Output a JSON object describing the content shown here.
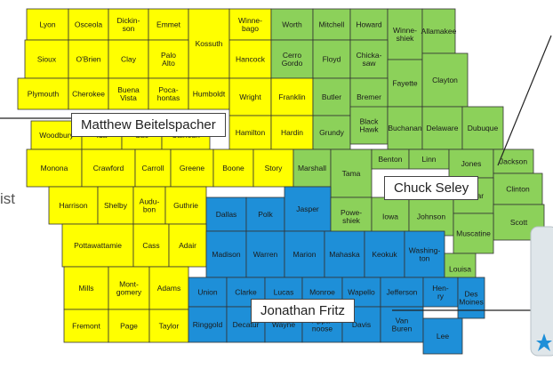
{
  "colors": {
    "yellow": "#FFFF00",
    "green": "#8CD15A",
    "blue": "#1E8FD8",
    "border": "#333333",
    "leader": "#222222"
  },
  "regions": {
    "yellow": "Matthew Beitelspacher",
    "green": "Chuck Seley",
    "blue": "Jonathan Fritz"
  },
  "left_fragment": "ist",
  "counties": {
    "lyon": "Lyon",
    "osceola": "Osceola",
    "dickinson": "Dickin-\nson",
    "emmet": "Emmet",
    "kossuth": "Kossuth",
    "winnebago": "Winne-\nbago",
    "worth": "Worth",
    "mitchell": "Mitchell",
    "howard": "Howard",
    "winneshiek": "Winne-\nshiek",
    "allamakee": "Allamakee",
    "sioux": "Sioux",
    "obrien": "O'Brien",
    "clay": "Clay",
    "paloalto": "Palo\nAlto",
    "hancock": "Hancock",
    "cerrogordo": "Cerro\nGordo",
    "floyd": "Floyd",
    "chickasaw": "Chicka-\nsaw",
    "fayette": "Fayette",
    "clayton": "Clayton",
    "plymouth": "Plymouth",
    "cherokee": "Cherokee",
    "buenavista": "Buena\nVista",
    "pocahontas": "Poca-\nhontas",
    "humboldt": "Humboldt",
    "wright": "Wright",
    "franklin": "Franklin",
    "butler": "Butler",
    "bremer": "Bremer",
    "woodbury": "Woodbury",
    "ida": "Ida",
    "sac": "Sac",
    "calhoun": "Calhoun",
    "hamilton": "Hamilton",
    "hardin": "Hardin",
    "grundy": "Grundy",
    "blackhawk": "Black\nHawk",
    "buchanan": "Buchanan",
    "delaware": "Delaware",
    "dubuque": "Dubuque",
    "monona": "Monona",
    "crawford": "Crawford",
    "carroll": "Carroll",
    "greene": "Greene",
    "boone": "Boone",
    "story": "Story",
    "marshall": "Marshall",
    "tama": "Tama",
    "benton": "Benton",
    "linn": "Linn",
    "jones": "Jones",
    "jackson": "Jackson",
    "clinton": "Clinton",
    "harrison": "Harrison",
    "shelby": "Shelby",
    "audubon": "Audu-\nbon",
    "guthrie": "Guthrie",
    "dallas": "Dallas",
    "polk": "Polk",
    "jasper": "Jasper",
    "poweshiek": "Powe-\nshiek",
    "iowa": "Iowa",
    "johnson": "Johnson",
    "cedar": "Cedar",
    "scott": "Scott",
    "muscatine": "Muscatine",
    "pottawattamie": "Pottawattamie",
    "cass": "Cass",
    "adair": "Adair",
    "madison": "Madison",
    "warren": "Warren",
    "marion": "Marion",
    "mahaska": "Mahaska",
    "keokuk": "Keokuk",
    "washington": "Washing-\nton",
    "louisa": "Louisa",
    "mills": "Mills",
    "montgomery": "Mont-\ngomery",
    "adams": "Adams",
    "union": "Union",
    "clarke": "Clarke",
    "lucas": "Lucas",
    "monroe": "Monroe",
    "wapello": "Wapello",
    "jefferson": "Jefferson",
    "henry": "Hen-\nry",
    "desmoines": "Des\nMoines",
    "fremont": "Fremont",
    "page": "Page",
    "taylor": "Taylor",
    "ringgold": "Ringgold",
    "decatur": "Decatur",
    "wayne": "Wayne",
    "appanoose": "Appa-\nnoose",
    "davis": "Davis",
    "vanburen": "Van\nBuren",
    "lee": "Lee"
  }
}
